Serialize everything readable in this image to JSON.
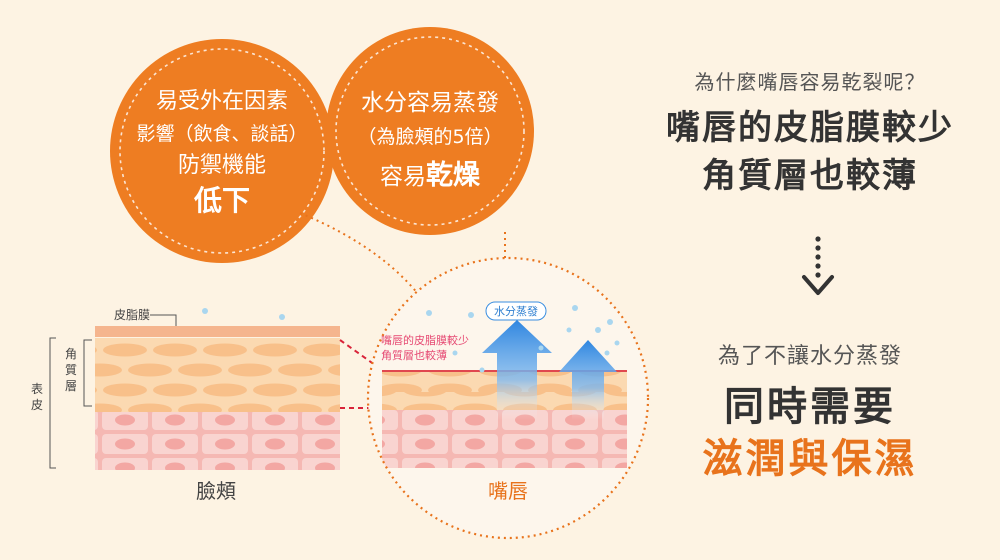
{
  "bubble_left": {
    "line1": "易受外在因素",
    "line2": "影響（飲食、談話）",
    "line3": "防禦機能",
    "line4": "低下"
  },
  "bubble_right": {
    "line1": "水分容易蒸發",
    "line2": "（為臉頰的5倍）",
    "line3_normal": "容易",
    "line3_bold": "乾燥"
  },
  "diagram": {
    "label_sebum": "皮脂膜",
    "label_stratum": "角質層",
    "label_epidermis": "表皮",
    "label_cheek": "臉頰",
    "label_lips": "嘴唇",
    "label_evaporation": "水分蒸發",
    "lip_note_line1": "嘴唇的皮脂膜較少",
    "lip_note_line2": "角質層也較薄"
  },
  "right_panel": {
    "question": "為什麼嘴唇容易乾裂呢？",
    "answer_line1": "嘴唇的皮脂膜較少",
    "answer_line2": "角質層也較薄",
    "sub": "為了不讓水分蒸發",
    "need_line1": "同時需要",
    "need_line2": "滋潤與保濕"
  },
  "colors": {
    "background": "#fdf3e3",
    "orange": "#e8731c",
    "pink_text": "#e64a73",
    "arrow_blue": "#3a8ee0",
    "skin_pink": "#f6c7c3"
  }
}
